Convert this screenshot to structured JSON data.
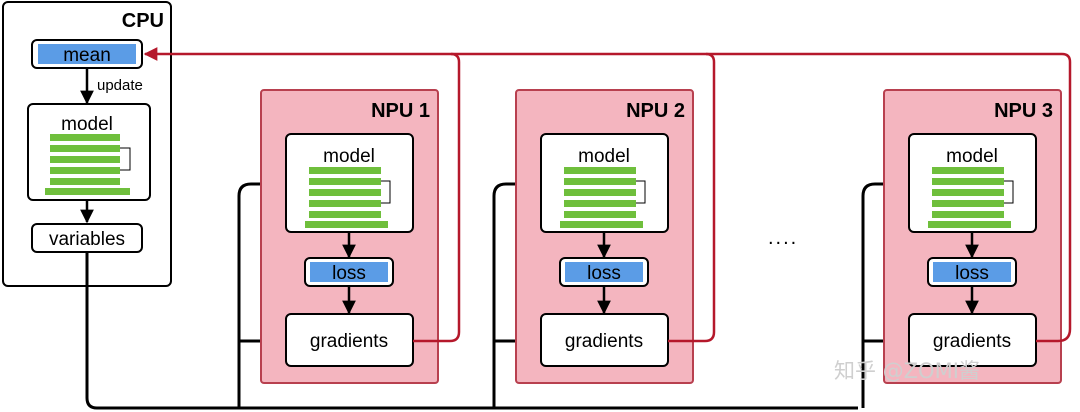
{
  "cpu": {
    "title": "CPU",
    "mean_label": "mean",
    "update_label": "update",
    "model_label": "model",
    "variables_label": "variables"
  },
  "npus": [
    {
      "title": "NPU 1",
      "model_label": "model",
      "loss_label": "loss",
      "gradients_label": "gradients"
    },
    {
      "title": "NPU 2",
      "model_label": "model",
      "loss_label": "loss",
      "gradients_label": "gradients"
    },
    {
      "title": "NPU 3",
      "model_label": "model",
      "loss_label": "loss",
      "gradients_label": "gradients"
    }
  ],
  "ellipsis": "....",
  "watermark": "知乎 @ZOMI酱",
  "colors": {
    "npu_fill": "#f4b5bf",
    "npu_border": "#b8404f",
    "layer_green": "#6fbf3c",
    "param_blue": "#5b9ce6",
    "gradient_arrow": "#b5182b",
    "data_arrow": "#000000"
  }
}
